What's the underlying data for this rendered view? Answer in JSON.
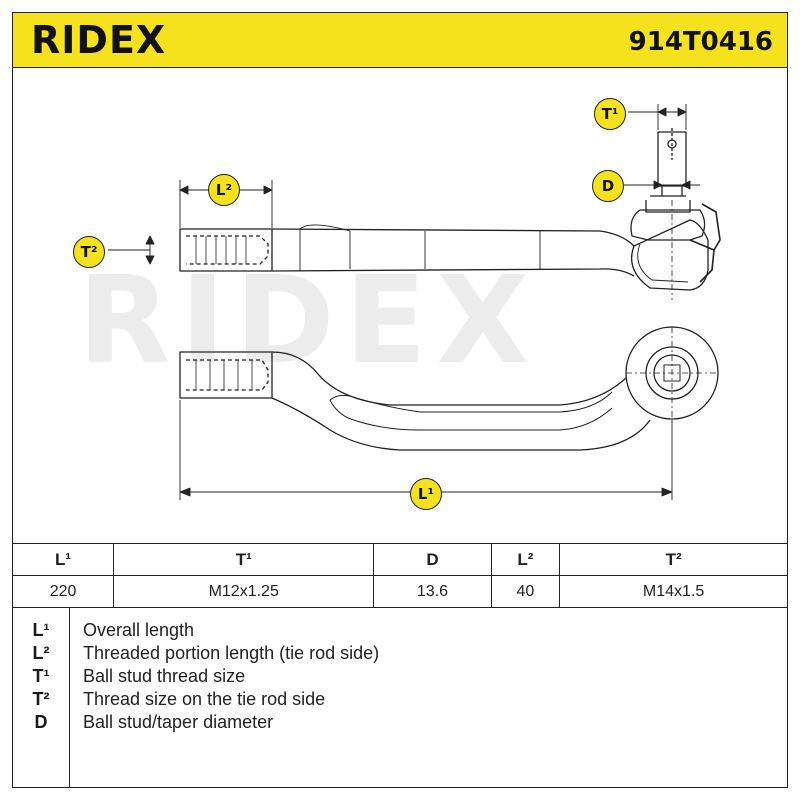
{
  "header": {
    "brand": "RIDEX",
    "part_number": "914T0416",
    "accent_color": "#f5e21d"
  },
  "watermark": {
    "text": "RIDEX"
  },
  "drawing": {
    "labels": {
      "L1": "L¹",
      "L2": "L²",
      "T1": "T¹",
      "T2": "T²",
      "D": "D"
    }
  },
  "specs": {
    "headers": [
      "L¹",
      "T¹",
      "D",
      "L²",
      "T²"
    ],
    "values": [
      "220",
      "M12x1.25",
      "13.6",
      "40",
      "M14x1.5"
    ]
  },
  "legend": [
    {
      "code": "L¹",
      "description": "Overall length"
    },
    {
      "code": "L²",
      "description": "Threaded portion length (tie rod side)"
    },
    {
      "code": "T¹",
      "description": "Ball stud thread size"
    },
    {
      "code": "T²",
      "description": "Thread size on the tie rod side"
    },
    {
      "code": "D",
      "description": "Ball stud/taper diameter"
    }
  ]
}
